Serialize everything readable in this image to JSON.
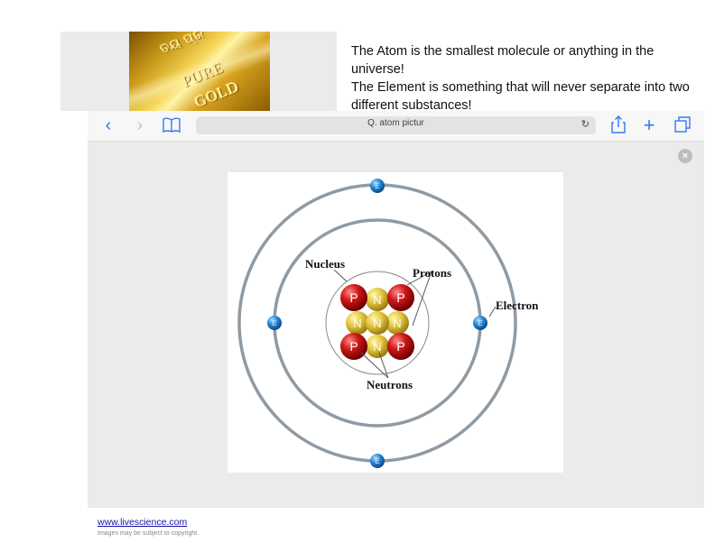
{
  "top_image": {
    "gold_text": [
      "ତୟ ପ୍ର",
      "PURE",
      "GOLD"
    ]
  },
  "description": {
    "line1": "The Atom is the smallest molecule or anything in the universe!",
    "line2": "The Element is something that will never separate into two different substances!"
  },
  "browser": {
    "toolbar": {
      "back_icon": "chevron-left-icon",
      "forward_icon": "chevron-right-icon",
      "bookmarks_icon": "book-icon",
      "search_query": "Q. atom pictur",
      "share_icon": "share-icon",
      "new_tab_icon": "plus-icon",
      "tabs_icon": "tabs-icon"
    },
    "close_label": "×",
    "atom_diagram": {
      "labels": {
        "nucleus": "Nucleus",
        "protons": "Protons",
        "electron": "Electron",
        "neutrons": "Neutrons"
      },
      "proton_letter": "P",
      "neutron_letter": "N",
      "electron_letter": "E"
    },
    "footer": {
      "source": "www.livescience.com",
      "copyright": "Images may be subject to copyright."
    }
  },
  "colors": {
    "accent": "#3478f6",
    "proton": "#cc1111",
    "neutron": "#e8cc3a",
    "electron": "#1f7fcf",
    "orbit": "#8f9aa3"
  }
}
